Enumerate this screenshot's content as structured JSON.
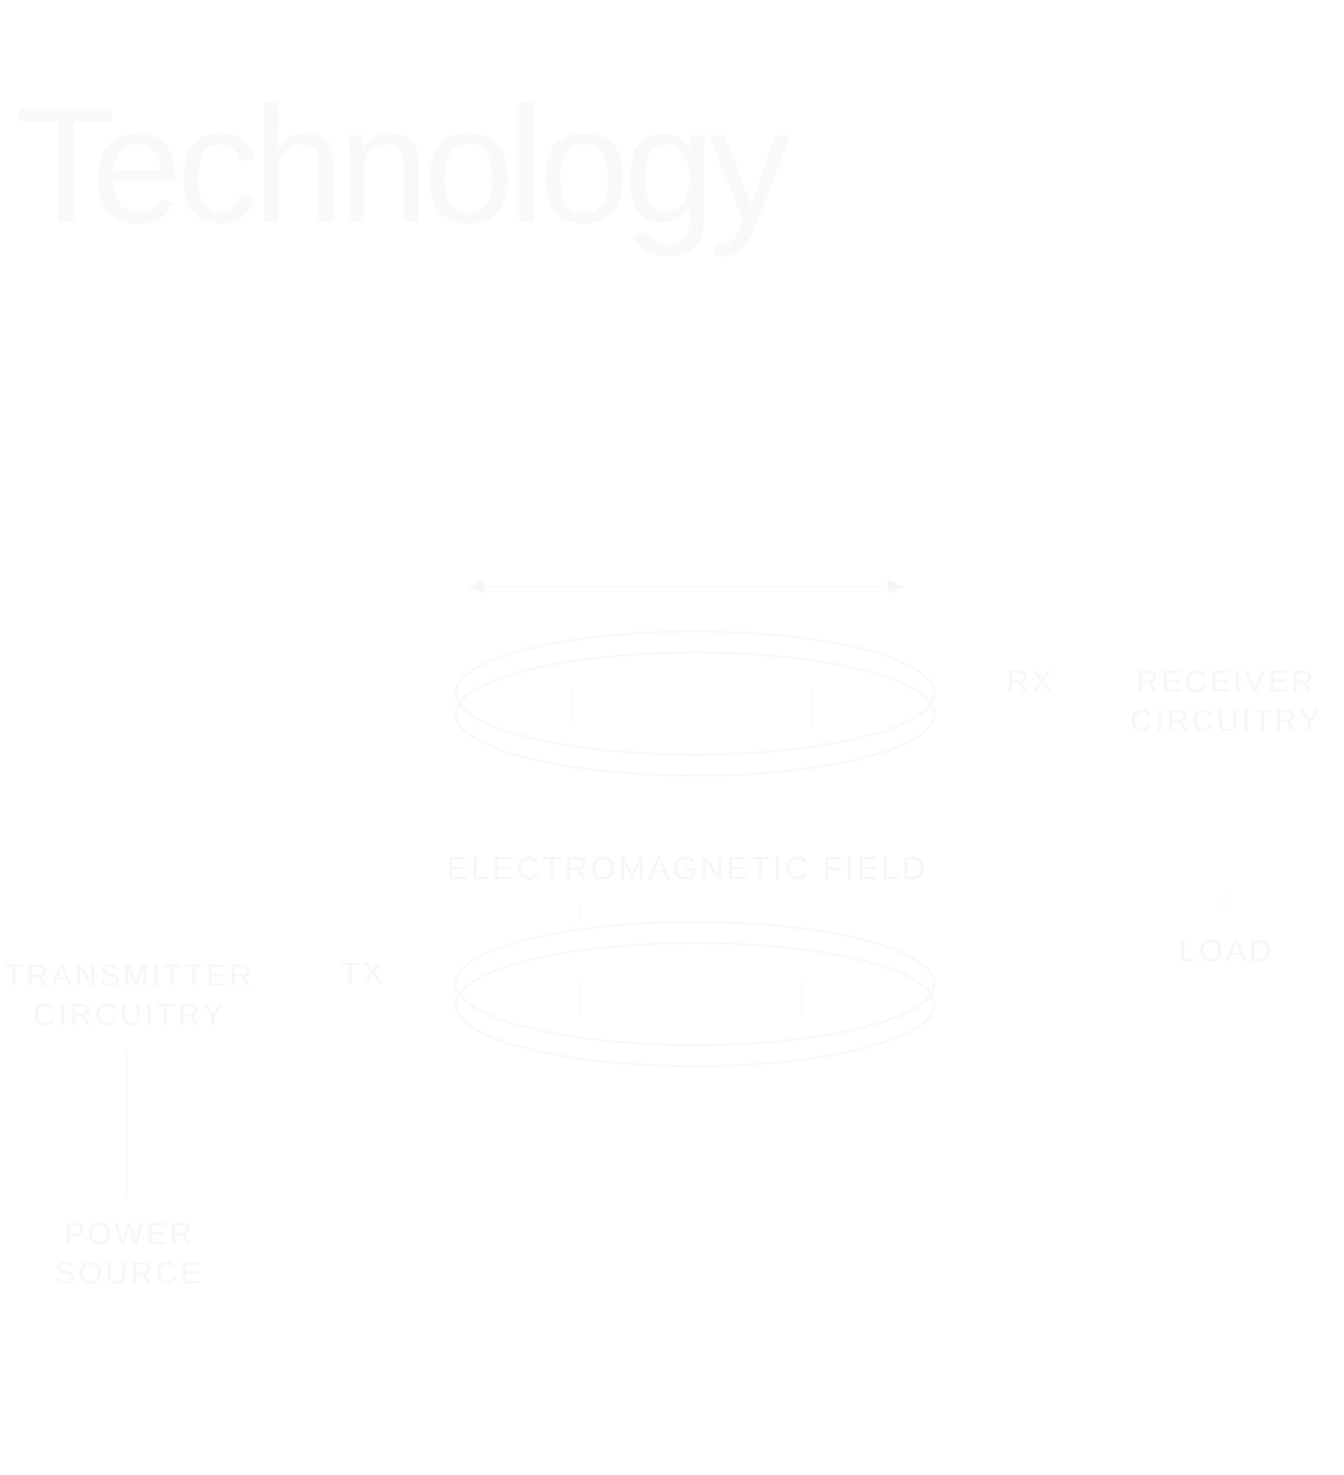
{
  "page": {
    "title": "Technology"
  },
  "diagram": {
    "labels": {
      "rx": "RX",
      "tx": "TX",
      "receiver": [
        "RECEIVER",
        "CIRCUITRY"
      ],
      "transmitter": [
        "TRANSMITTER",
        "CIRCUITRY"
      ],
      "field": "ELECTROMAGNETIC FIELD",
      "load": "LOAD",
      "power_source": [
        "POWER",
        "SOURCE"
      ]
    },
    "colors": {
      "background": "#ffffff",
      "line": "#f8f8f8",
      "text": "#f7f7f7"
    }
  }
}
